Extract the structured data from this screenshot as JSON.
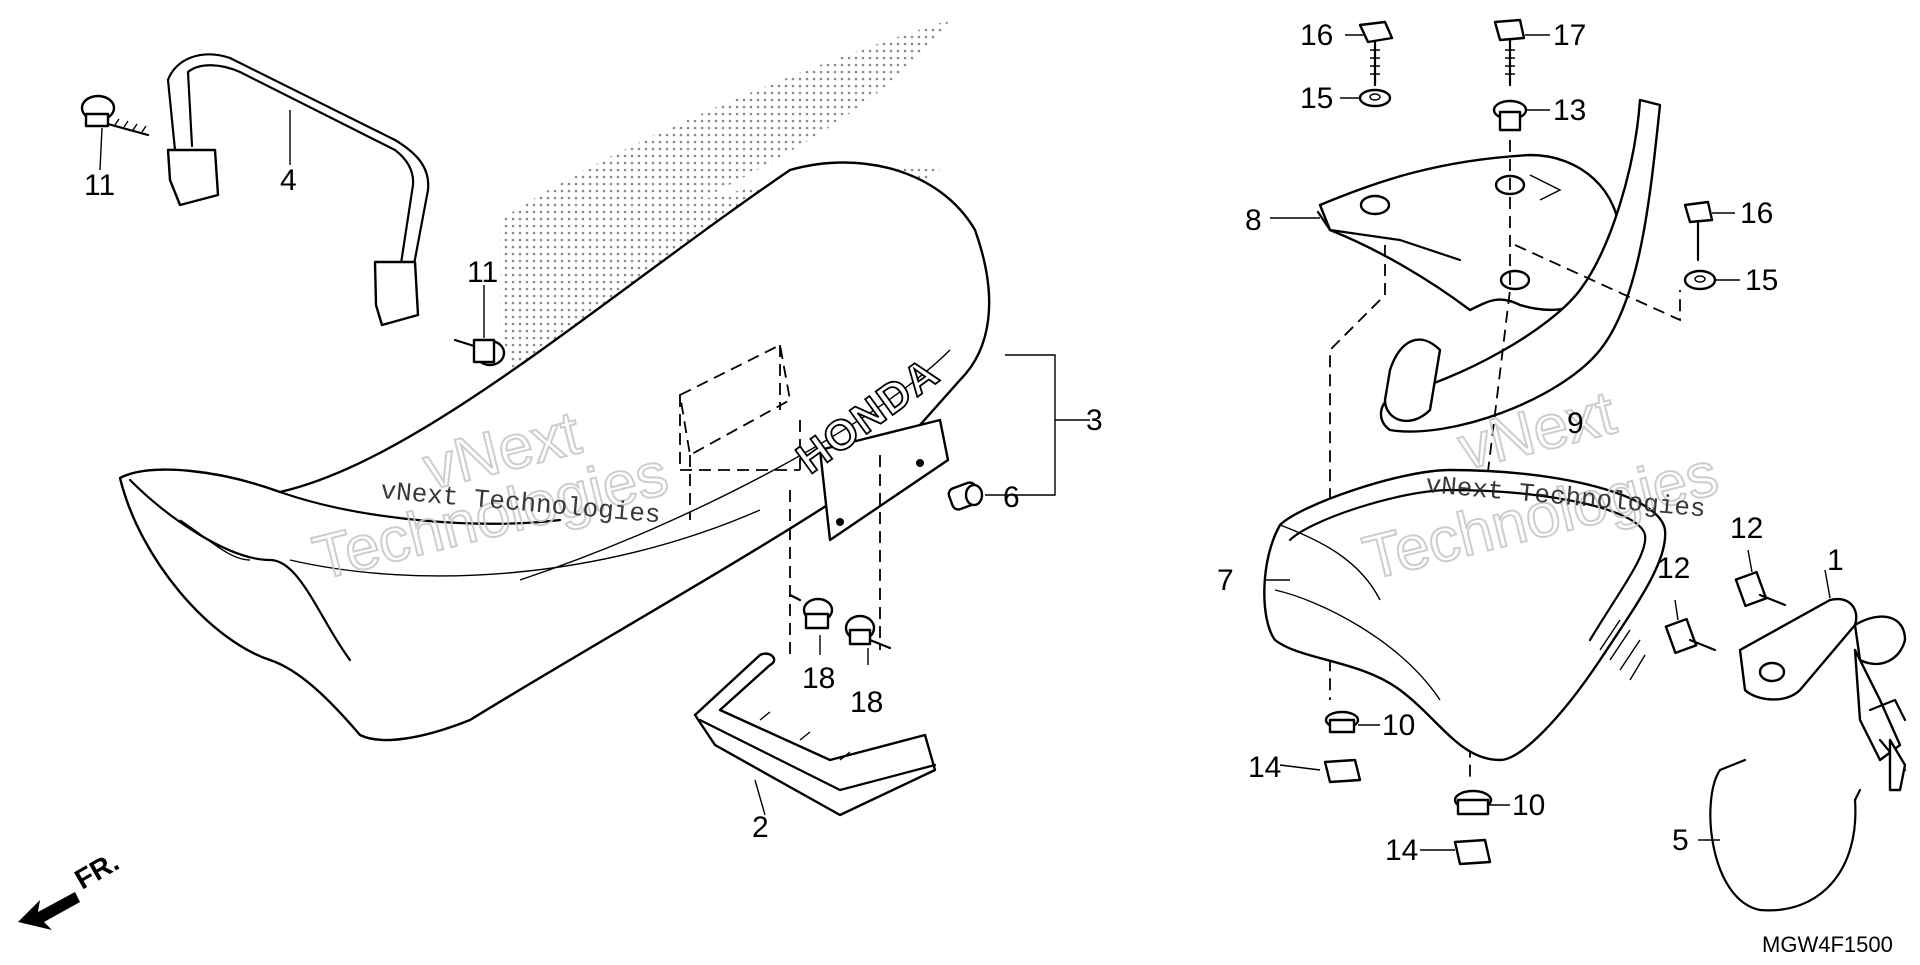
{
  "diagram": {
    "code": "MGW4F1500",
    "front_indicator": "FR.",
    "brand_on_seat": "HONDA",
    "watermark": {
      "line1": "vNext",
      "line2": "Technologies",
      "small": "vNext Technologies"
    },
    "callouts": [
      {
        "id": "c1",
        "label": "1"
      },
      {
        "id": "c2",
        "label": "2"
      },
      {
        "id": "c3",
        "label": "3"
      },
      {
        "id": "c4",
        "label": "4"
      },
      {
        "id": "c5",
        "label": "5"
      },
      {
        "id": "c6",
        "label": "6"
      },
      {
        "id": "c7",
        "label": "7"
      },
      {
        "id": "c8",
        "label": "8"
      },
      {
        "id": "c9",
        "label": "9"
      },
      {
        "id": "c10a",
        "label": "10"
      },
      {
        "id": "c10b",
        "label": "10"
      },
      {
        "id": "c11a",
        "label": "11"
      },
      {
        "id": "c11b",
        "label": "11"
      },
      {
        "id": "c12a",
        "label": "12"
      },
      {
        "id": "c12b",
        "label": "12"
      },
      {
        "id": "c13",
        "label": "13"
      },
      {
        "id": "c14a",
        "label": "14"
      },
      {
        "id": "c14b",
        "label": "14"
      },
      {
        "id": "c15a",
        "label": "15"
      },
      {
        "id": "c15b",
        "label": "15"
      },
      {
        "id": "c16a",
        "label": "16"
      },
      {
        "id": "c16b",
        "label": "16"
      },
      {
        "id": "c17",
        "label": "17"
      },
      {
        "id": "c18a",
        "label": "18"
      },
      {
        "id": "c18b",
        "label": "18"
      }
    ]
  }
}
